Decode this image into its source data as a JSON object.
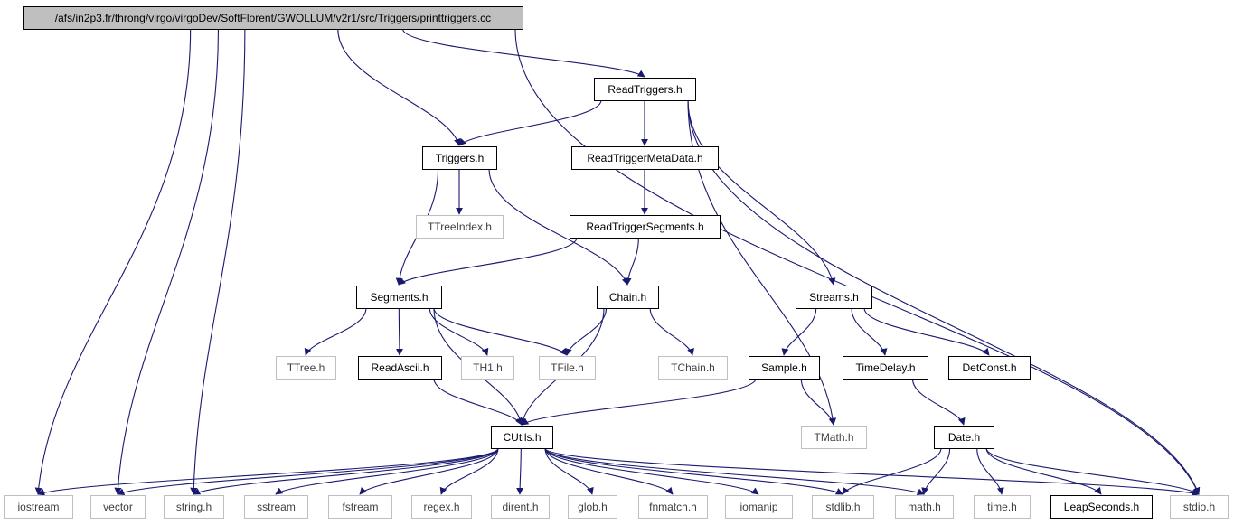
{
  "graph": {
    "title": "/afs/in2p3.fr/throng/virgo/virgoDev/SoftFlorent/GWOLLUM/v2r1/src/Triggers/printtriggers.cc",
    "colors": {
      "edge": "#191970",
      "root_fill": "#bfbfbf",
      "node_border": "#000000",
      "external_border": "#bfbfbf"
    },
    "nodes": [
      {
        "id": "root",
        "label": "/afs/in2p3.fr/throng/virgo/virgoDev/SoftFlorent/GWOLLUM/v2r1/src/Triggers/printtriggers.cc",
        "kind": "root"
      },
      {
        "id": "readtriggers",
        "label": "ReadTriggers.h",
        "kind": "local"
      },
      {
        "id": "triggers",
        "label": "Triggers.h",
        "kind": "local"
      },
      {
        "id": "readtriggermetadata",
        "label": "ReadTriggerMetaData.h",
        "kind": "local"
      },
      {
        "id": "ttreeindex",
        "label": "TTreeIndex.h",
        "kind": "external"
      },
      {
        "id": "readtriggersegments",
        "label": "ReadTriggerSegments.h",
        "kind": "local"
      },
      {
        "id": "segments",
        "label": "Segments.h",
        "kind": "local"
      },
      {
        "id": "chain",
        "label": "Chain.h",
        "kind": "local"
      },
      {
        "id": "streams",
        "label": "Streams.h",
        "kind": "local"
      },
      {
        "id": "ttree",
        "label": "TTree.h",
        "kind": "external"
      },
      {
        "id": "readascii",
        "label": "ReadAscii.h",
        "kind": "local"
      },
      {
        "id": "th1",
        "label": "TH1.h",
        "kind": "external"
      },
      {
        "id": "tfile",
        "label": "TFile.h",
        "kind": "external"
      },
      {
        "id": "tchain",
        "label": "TChain.h",
        "kind": "external"
      },
      {
        "id": "sample",
        "label": "Sample.h",
        "kind": "local"
      },
      {
        "id": "timedelay",
        "label": "TimeDelay.h",
        "kind": "local"
      },
      {
        "id": "detconst",
        "label": "DetConst.h",
        "kind": "local"
      },
      {
        "id": "cutils",
        "label": "CUtils.h",
        "kind": "local"
      },
      {
        "id": "tmath",
        "label": "TMath.h",
        "kind": "external"
      },
      {
        "id": "date",
        "label": "Date.h",
        "kind": "local"
      },
      {
        "id": "iostream",
        "label": "iostream",
        "kind": "external"
      },
      {
        "id": "vector",
        "label": "vector",
        "kind": "external"
      },
      {
        "id": "stringh",
        "label": "string.h",
        "kind": "external"
      },
      {
        "id": "sstream",
        "label": "sstream",
        "kind": "external"
      },
      {
        "id": "fstream",
        "label": "fstream",
        "kind": "external"
      },
      {
        "id": "regex",
        "label": "regex.h",
        "kind": "external"
      },
      {
        "id": "dirent",
        "label": "dirent.h",
        "kind": "external"
      },
      {
        "id": "glob",
        "label": "glob.h",
        "kind": "external"
      },
      {
        "id": "fnmatch",
        "label": "fnmatch.h",
        "kind": "external"
      },
      {
        "id": "iomanip",
        "label": "iomanip",
        "kind": "external"
      },
      {
        "id": "stdlib",
        "label": "stdlib.h",
        "kind": "external"
      },
      {
        "id": "mathh",
        "label": "math.h",
        "kind": "external"
      },
      {
        "id": "timeh",
        "label": "time.h",
        "kind": "external"
      },
      {
        "id": "leapseconds",
        "label": "LeapSeconds.h",
        "kind": "local"
      },
      {
        "id": "stdio",
        "label": "stdio.h",
        "kind": "external"
      }
    ],
    "edges": [
      [
        "root",
        "readtriggers"
      ],
      [
        "root",
        "triggers"
      ],
      [
        "root",
        "iostream"
      ],
      [
        "root",
        "vector"
      ],
      [
        "root",
        "stringh"
      ],
      [
        "root",
        "stdio"
      ],
      [
        "readtriggers",
        "triggers"
      ],
      [
        "readtriggers",
        "readtriggermetadata"
      ],
      [
        "readtriggers",
        "streams"
      ],
      [
        "readtriggers",
        "tmath"
      ],
      [
        "readtriggers",
        "stdio"
      ],
      [
        "triggers",
        "ttreeindex"
      ],
      [
        "triggers",
        "segments"
      ],
      [
        "triggers",
        "chain"
      ],
      [
        "readtriggermetadata",
        "readtriggersegments"
      ],
      [
        "readtriggersegments",
        "segments"
      ],
      [
        "readtriggersegments",
        "chain"
      ],
      [
        "segments",
        "ttree"
      ],
      [
        "segments",
        "readascii"
      ],
      [
        "segments",
        "th1"
      ],
      [
        "segments",
        "tfile"
      ],
      [
        "segments",
        "cutils"
      ],
      [
        "chain",
        "tfile"
      ],
      [
        "chain",
        "tchain"
      ],
      [
        "chain",
        "cutils"
      ],
      [
        "streams",
        "sample"
      ],
      [
        "streams",
        "timedelay"
      ],
      [
        "streams",
        "detconst"
      ],
      [
        "readascii",
        "cutils"
      ],
      [
        "sample",
        "cutils"
      ],
      [
        "sample",
        "tmath"
      ],
      [
        "timedelay",
        "date"
      ],
      [
        "cutils",
        "iostream"
      ],
      [
        "cutils",
        "vector"
      ],
      [
        "cutils",
        "stringh"
      ],
      [
        "cutils",
        "sstream"
      ],
      [
        "cutils",
        "fstream"
      ],
      [
        "cutils",
        "regex"
      ],
      [
        "cutils",
        "dirent"
      ],
      [
        "cutils",
        "glob"
      ],
      [
        "cutils",
        "fnmatch"
      ],
      [
        "cutils",
        "iomanip"
      ],
      [
        "cutils",
        "stdlib"
      ],
      [
        "cutils",
        "mathh"
      ],
      [
        "cutils",
        "stdio"
      ],
      [
        "date",
        "stdlib"
      ],
      [
        "date",
        "mathh"
      ],
      [
        "date",
        "timeh"
      ],
      [
        "date",
        "leapseconds"
      ],
      [
        "date",
        "stdio"
      ]
    ]
  }
}
